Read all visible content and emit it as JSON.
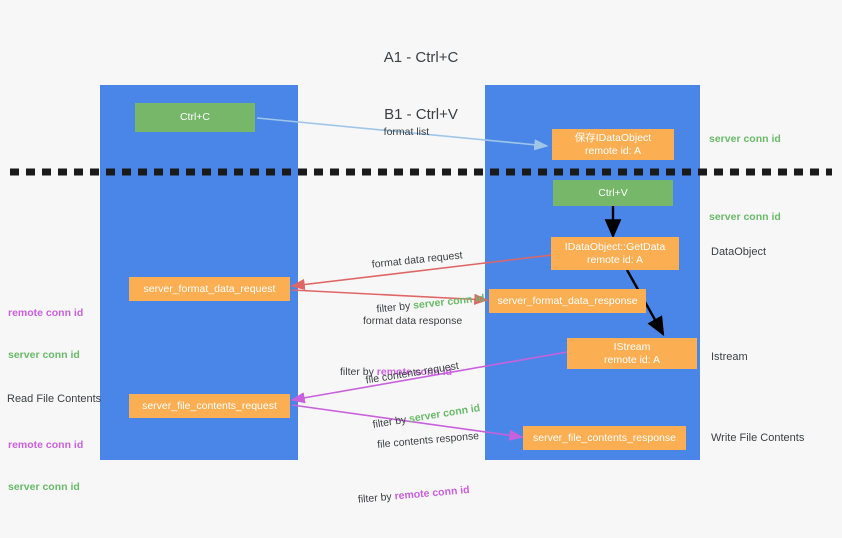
{
  "title": {
    "line1": "A1 - Ctrl+C",
    "line2": "B1 - Ctrl+V"
  },
  "lanes": [
    {
      "id": "a1",
      "name": "A1",
      "role": "remote"
    },
    {
      "id": "b1",
      "name": "B1",
      "role": "connection"
    }
  ],
  "boxes": {
    "ctrl_c": {
      "label": "Ctrl+C",
      "color": "#76b76a"
    },
    "save_idataobject": {
      "line1": "保存IDataObject",
      "line2": "remote id: A",
      "color": "#fbae52"
    },
    "ctrl_v": {
      "label": "Ctrl+V",
      "color": "#76b76a"
    },
    "idataobject_getdata": {
      "line1": "IDataObject::GetData",
      "line2": "remote id: A",
      "color": "#fbae52"
    },
    "istream": {
      "line1": "IStream",
      "line2": "remote id: A",
      "color": "#fbae52"
    },
    "server_format_data_request": {
      "label": "server_format_data_request",
      "color": "#fbae52"
    },
    "server_format_data_response": {
      "label": "server_format_data_response",
      "color": "#fbae52"
    },
    "server_file_contents_request": {
      "label": "server_file_contents_request",
      "color": "#fbae52"
    },
    "server_file_contents_response": {
      "label": "server_file_contents_response",
      "color": "#fbae52"
    }
  },
  "edges": {
    "format_list": {
      "label": "format list"
    },
    "format_data_request": {
      "label": "format data request",
      "filter_prefix": "filter by ",
      "filter_value": "server conn id"
    },
    "format_data_response": {
      "label": "format data response",
      "filter_prefix": "filter by ",
      "filter_value": "remote conn id"
    },
    "file_contents_request": {
      "label": "file contents request",
      "filter_prefix": "filter by ",
      "filter_value": "server conn id"
    },
    "file_contents_response": {
      "label": "file contents response",
      "filter_prefix": "filter by ",
      "filter_value": "remote conn id"
    }
  },
  "annotations": {
    "right": [
      {
        "text": "server conn id",
        "kind": "server"
      },
      {
        "text": "server conn id",
        "kind": "server"
      },
      {
        "text": "DataObject",
        "kind": "plain"
      },
      {
        "text": "Istream",
        "kind": "plain"
      },
      {
        "text": "Write File Contents",
        "kind": "plain"
      }
    ],
    "left": {
      "conn_top_remote": "remote conn id",
      "conn_top_server": "server conn id",
      "read_file_contents": "Read File Contents",
      "conn_bottom_remote": "remote conn id",
      "conn_bottom_server": "server conn id"
    }
  },
  "colors": {
    "lane": "#4a86e8",
    "green_box": "#76b76a",
    "orange_box": "#fbae52",
    "server_conn_id": "#6aba6a",
    "remote_conn_id": "#c961dd",
    "arrow_blue": "#9fc5e8",
    "arrow_red": "#e06666",
    "arrow_magenta": "#c961dd",
    "arrow_black": "#000000",
    "background": "#f7f7f7"
  }
}
